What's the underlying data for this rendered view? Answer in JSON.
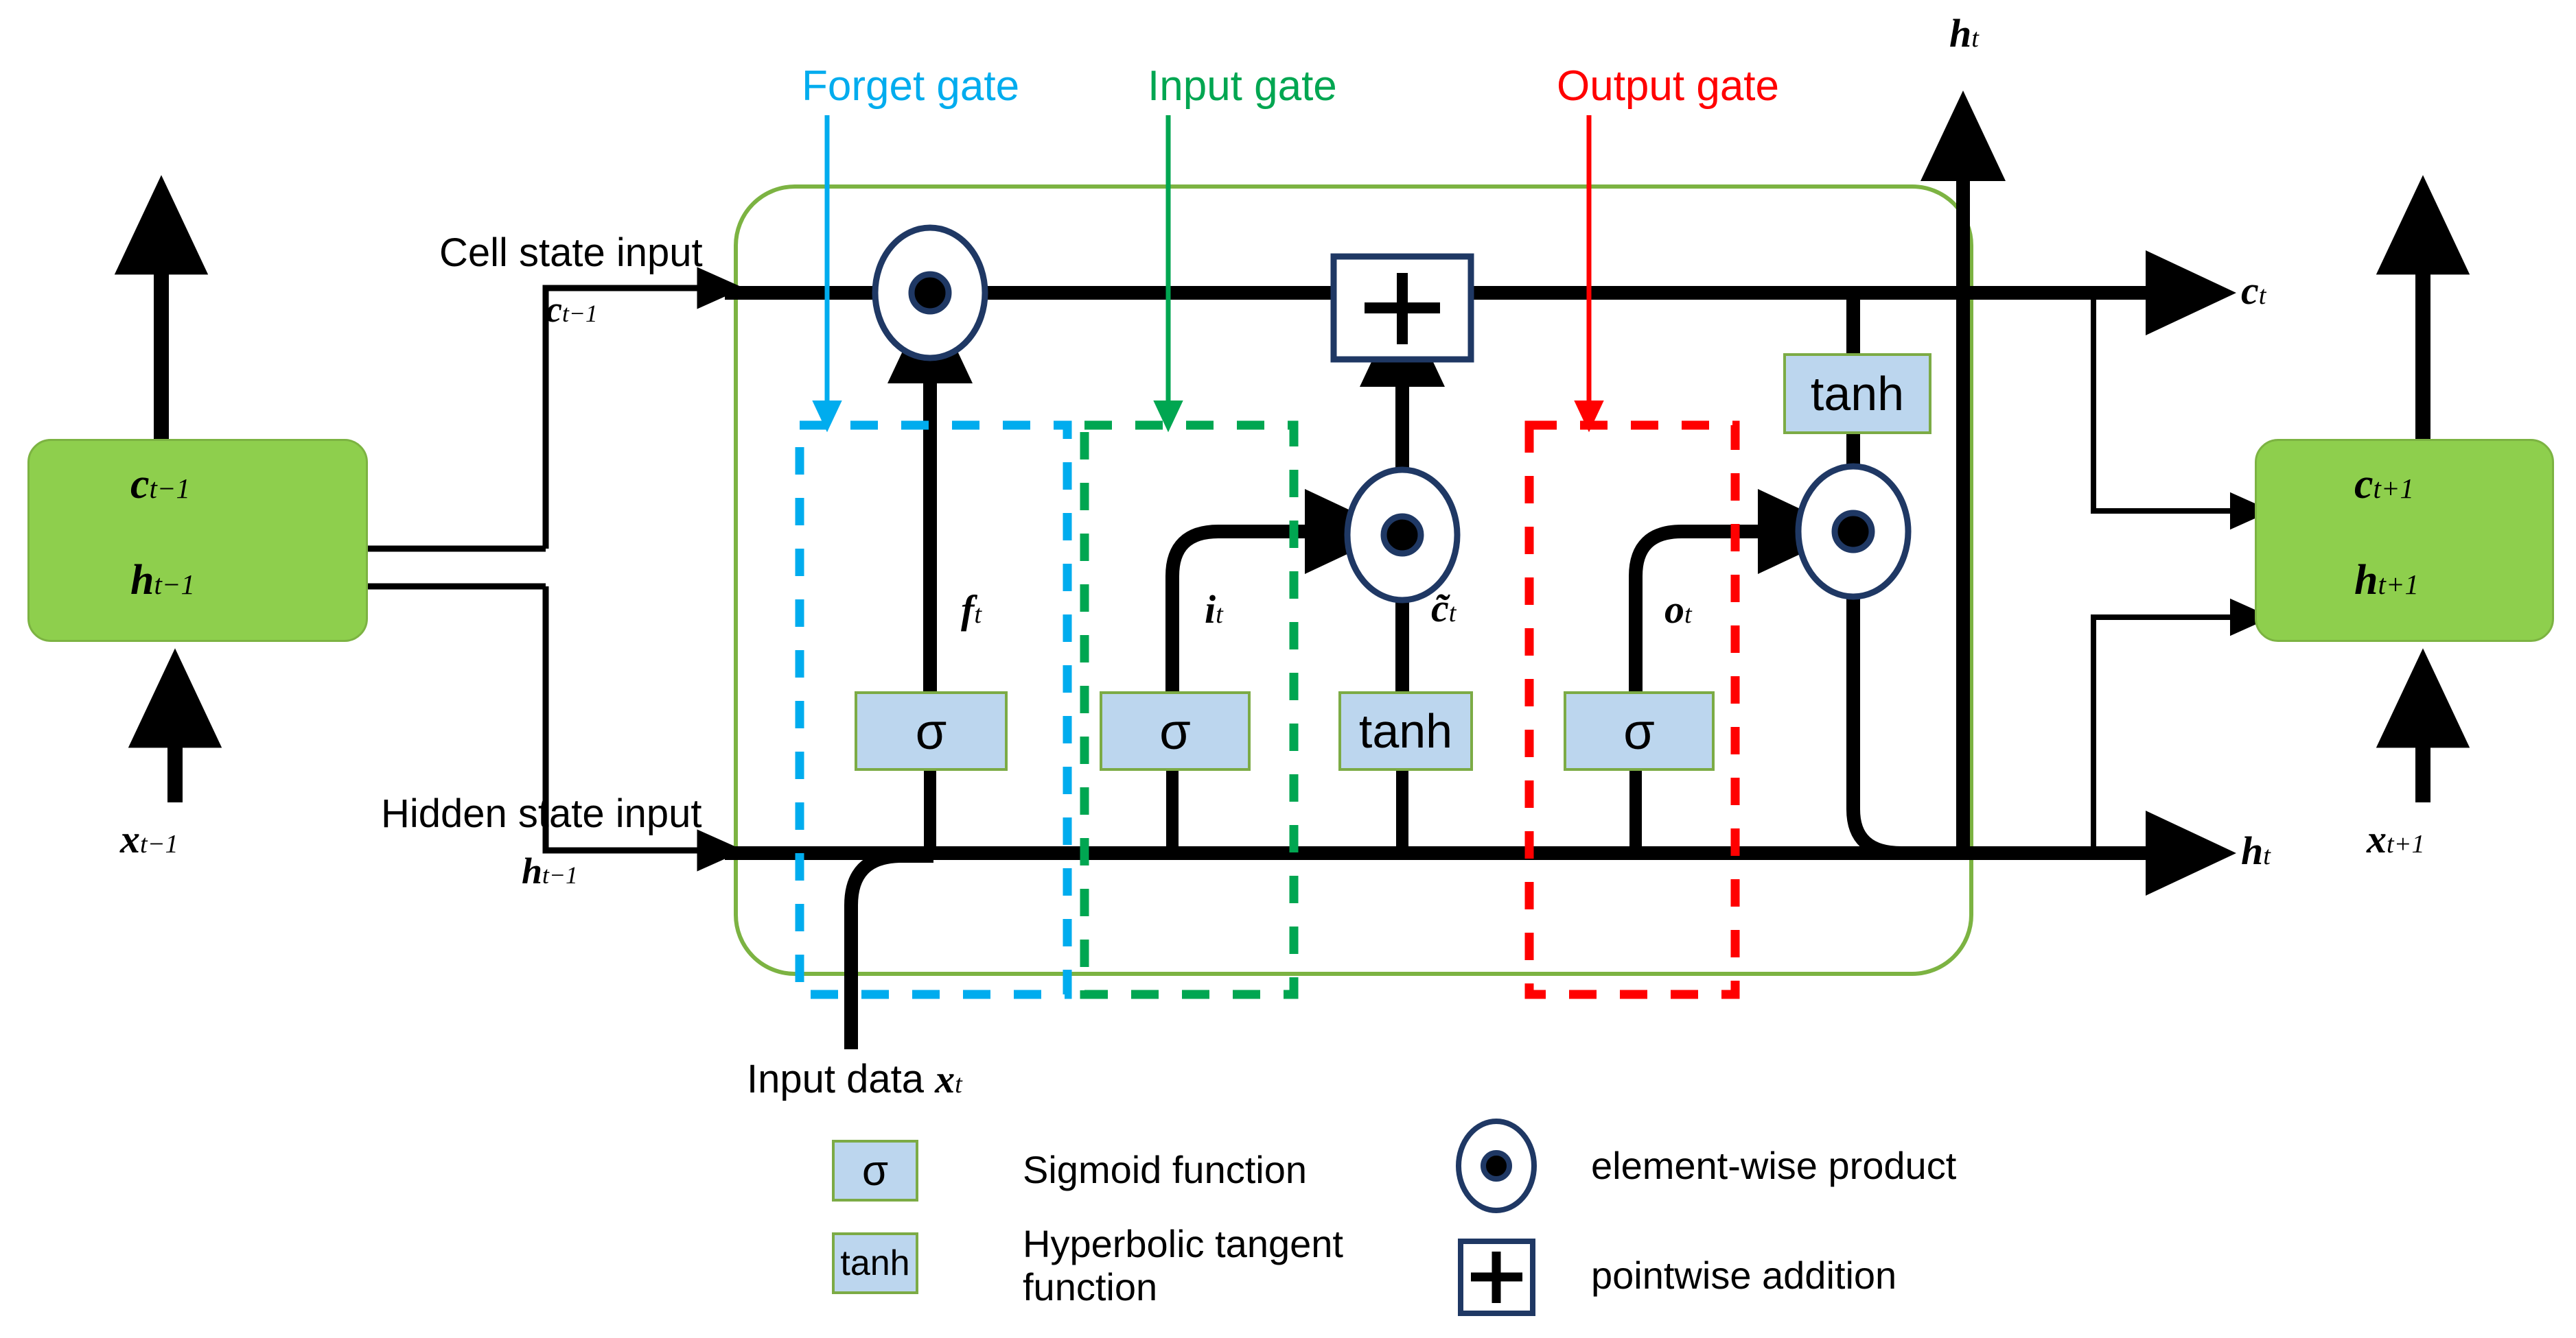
{
  "diagram": {
    "title_absent": true,
    "gate_labels": [
      {
        "id": "forget",
        "text": "Forget gate",
        "color": "#00ACEE"
      },
      {
        "id": "input",
        "text": "Input gate",
        "color": "#00A651"
      },
      {
        "id": "output",
        "text": "Output gate",
        "color": "#FF0000"
      }
    ],
    "io_labels": {
      "cell_state_input": "Cell state input",
      "hidden_state_input": "Hidden state input",
      "input_data": "Input data",
      "input_data_sym": "x",
      "input_data_sub": "t"
    },
    "prev_cell": {
      "top": "c",
      "top_sub": "t−1",
      "bottom": "h",
      "bottom_sub": "t−1"
    },
    "next_cell": {
      "top": "c",
      "top_sub": "t+1",
      "bottom": "h",
      "bottom_sub": "t+1"
    },
    "prev_input": {
      "sym": "x",
      "sub": "t−1"
    },
    "next_input": {
      "sym": "x",
      "sub": "t+1"
    },
    "edge_labels": {
      "c_prev": {
        "sym": "c",
        "sub": "t−1"
      },
      "h_prev": {
        "sym": "h",
        "sub": "t−1"
      },
      "c_out": {
        "sym": "c",
        "sub": "t"
      },
      "h_out": {
        "sym": "h",
        "sub": "t"
      },
      "h_top": {
        "sym": "h",
        "sub": "t"
      },
      "f": {
        "sym": "f",
        "sub": "t"
      },
      "i": {
        "sym": "i",
        "sub": "t"
      },
      "c_tilde": {
        "sym": "c̃",
        "sub": "t"
      },
      "o": {
        "sym": "o",
        "sub": "t"
      }
    },
    "activation_boxes": [
      {
        "id": "forget-sigma",
        "text": "σ"
      },
      {
        "id": "input-sigma",
        "text": "σ"
      },
      {
        "id": "candidate-tanh",
        "text": "tanh"
      },
      {
        "id": "output-sigma",
        "text": "σ"
      },
      {
        "id": "cell-tanh",
        "text": "tanh"
      }
    ],
    "operators": [
      {
        "id": "forget-mult",
        "symbol": "⊙"
      },
      {
        "id": "input-mult",
        "symbol": "⊙"
      },
      {
        "id": "output-mult",
        "symbol": "⊙"
      },
      {
        "id": "cell-add",
        "symbol": "+"
      }
    ],
    "legend": [
      {
        "id": "sigmoid",
        "glyph": "σ",
        "text": "Sigmoid function"
      },
      {
        "id": "tanh",
        "glyph": "tanh",
        "text": "Hyperbolic tangent function"
      },
      {
        "id": "elementwise-product",
        "glyph": "⊙",
        "text": "element-wise product"
      },
      {
        "id": "pointwise-addition",
        "glyph": "+",
        "text": "pointwise addition"
      }
    ],
    "colors": {
      "cell_fill": "#8ECF4D",
      "cell_border": "#7CB342",
      "activation_fill": "#BCD6EE",
      "activation_border": "#7CAB45",
      "operator_stroke": "#1F3864",
      "forget": "#00ACEE",
      "input": "#00A651",
      "output": "#FF0000",
      "wire": "#000000",
      "container": "#7CB342"
    }
  }
}
